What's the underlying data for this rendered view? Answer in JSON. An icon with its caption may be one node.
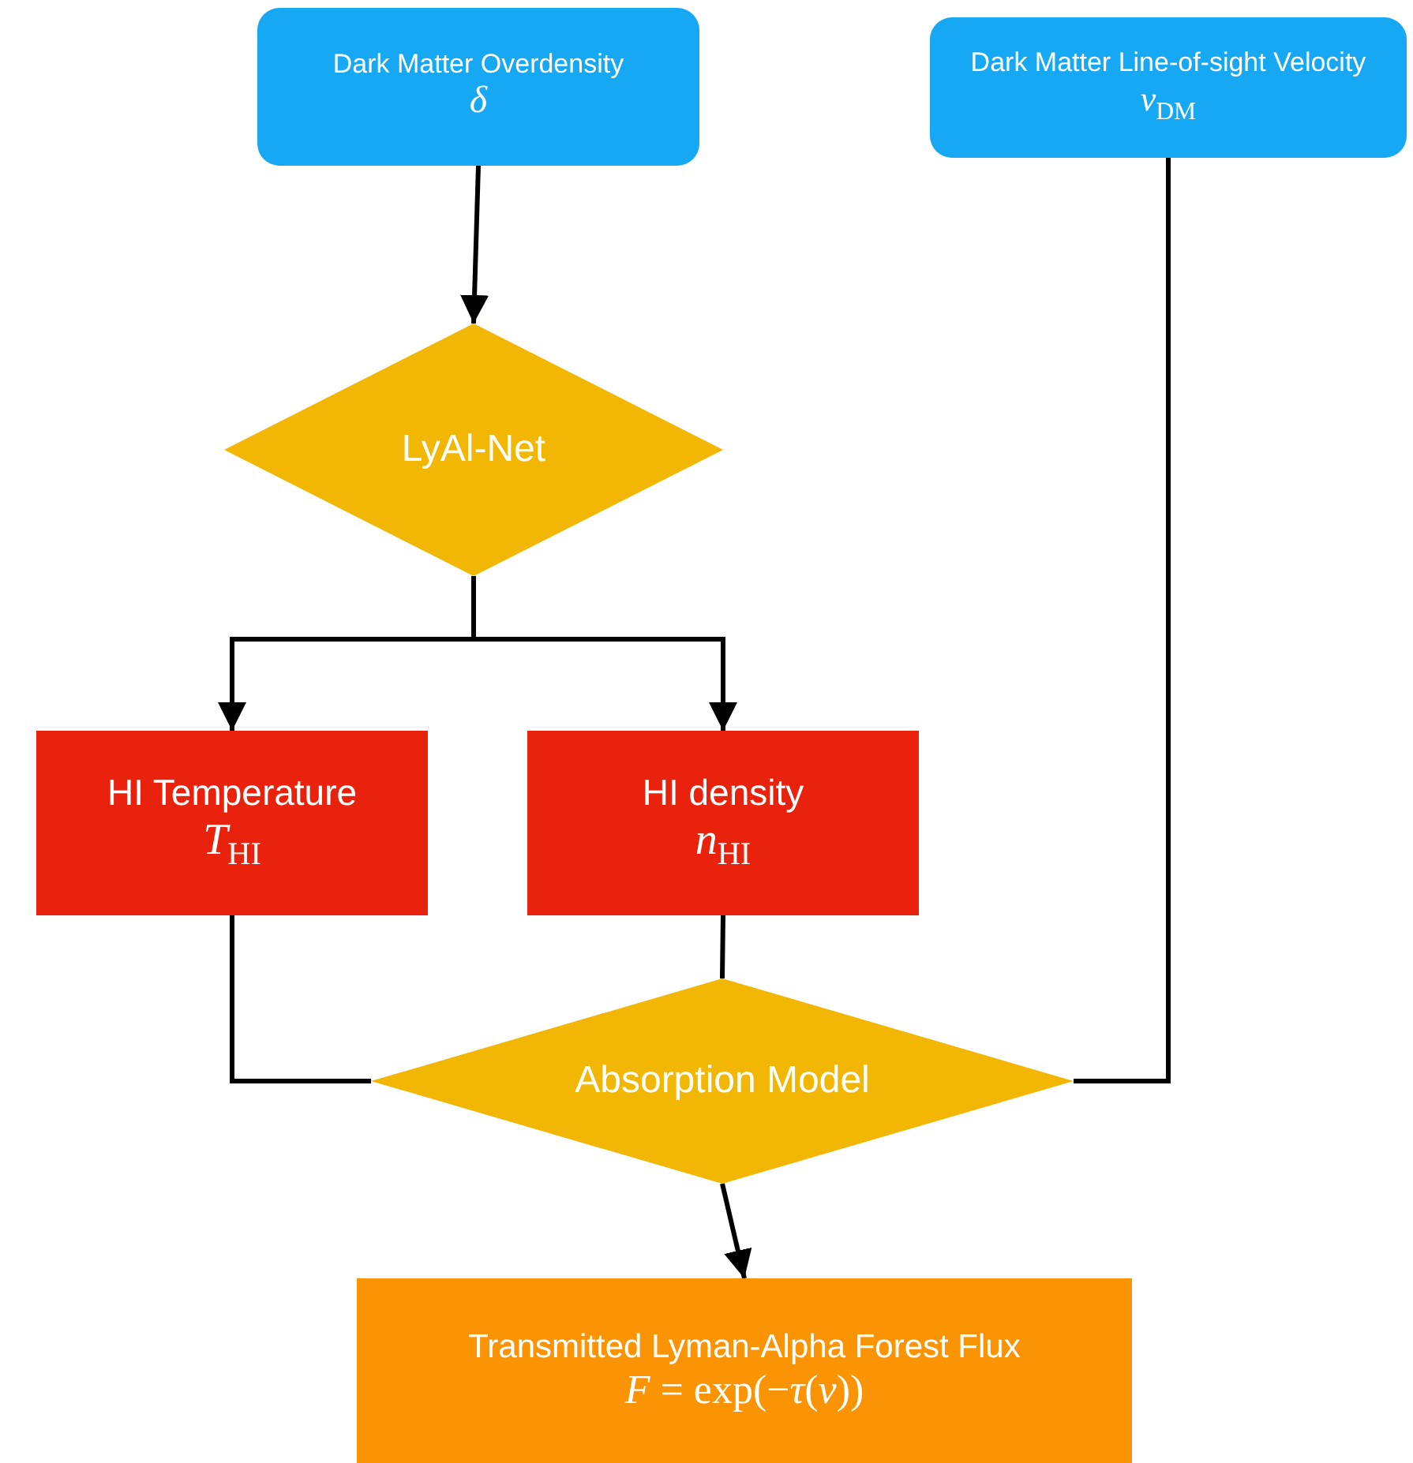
{
  "diagram": {
    "nodes": [
      {
        "text": [
          "Dark Matter Overdensity",
          "δ"
        ]
      },
      {
        "text": [
          "Dark Matter Line-of-sight Velocity",
          "*v*$_{DM}$"
        ]
      },
      {
        "text": [
          "LyAl-Net"
        ]
      },
      {
        "text": [
          "HI Temperature",
          "*T*$_{HI}$"
        ]
      },
      {
        "text": [
          "HI density",
          "*n*$_{HI}$"
        ]
      },
      {
        "text": [
          "Absorption Model"
        ]
      },
      {
        "text": [
          "Transmitted Lyman-Alpha Forest Flux",
          "*F* = exp(−*τ*(*ν*))"
        ]
      }
    ],
    "edges": [
      {
        "from": 0,
        "to": 2,
        "arrow": "to"
      },
      {
        "from": 2,
        "to": 3,
        "arrow": "to"
      },
      {
        "from": 2,
        "to": 4,
        "arrow": "to"
      },
      {
        "from": 3,
        "to": 5,
        "arrow": "none"
      },
      {
        "from": 4,
        "to": 5,
        "arrow": "none"
      },
      {
        "from": 1,
        "to": 5,
        "arrow": "none"
      },
      {
        "from": 5,
        "to": 6,
        "arrow": "to"
      }
    ]
  }
}
